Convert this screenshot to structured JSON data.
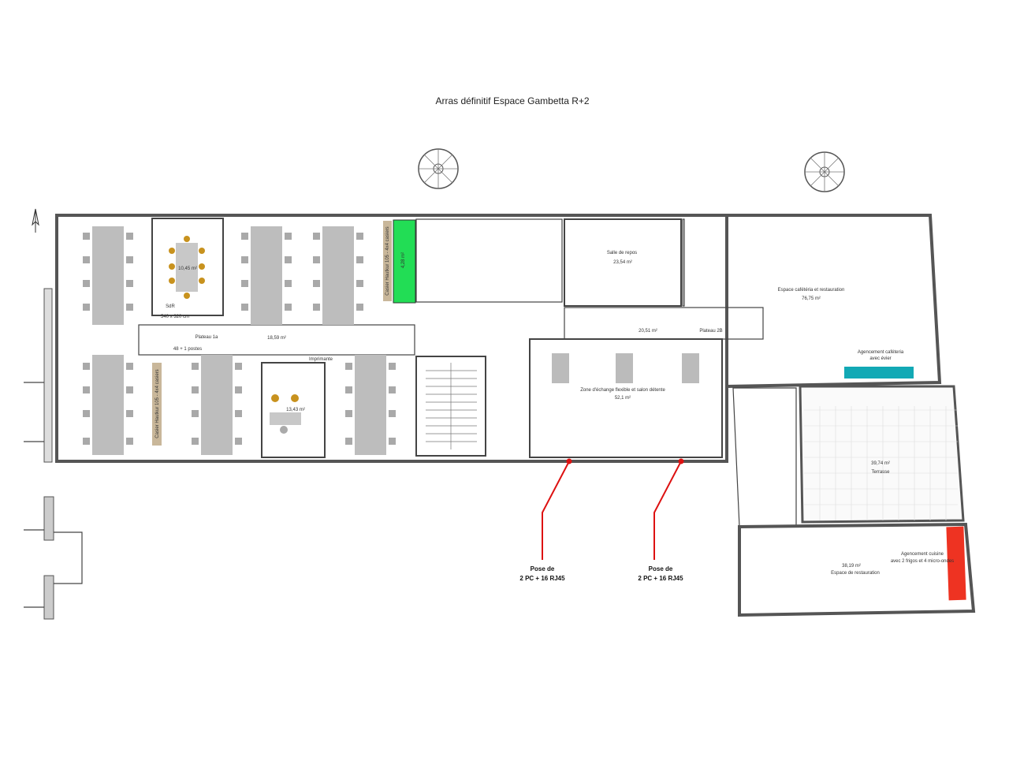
{
  "title": "Arras définitif Espace Gambetta R+2",
  "colors": {
    "locker_green": "#22dd55",
    "cafeteria_counter": "#12a9b5",
    "kitchen_counter": "#ee3322",
    "network_marker": "#dd1111",
    "chair_meeting": "#c8921e"
  },
  "rooms": {
    "sdr": {
      "name": "SdR",
      "size": "540 x 320 cm",
      "area": "10,45 m²"
    },
    "plateau1a": {
      "name": "Plateau 1a",
      "area": "18,59 m²",
      "seats": "48 + 1 postes"
    },
    "lockers_top": {
      "label": "Casier Hautkur 105 - 4x4 casiers",
      "area": "4,28 m²"
    },
    "lockers_bottom": {
      "label": "Casier Hautkur 105 - 4x4 casiers"
    },
    "printer": {
      "label": "Imprimante"
    },
    "office": {
      "area": "13,43 m²"
    },
    "rest_room": {
      "name": "Salle de repos",
      "area": "23,54 m²"
    },
    "cafeteria": {
      "name": "Espace cafétéria et restauration",
      "area": "76,75 m²"
    },
    "cafeteria_counter": {
      "line1": "Agencement caféteria",
      "line2": "avec évier"
    },
    "plateau2b": {
      "name": "Plateau 2B",
      "area": "20,51 m²"
    },
    "exchange_zone": {
      "name": "Zone d'échange flexible et salon détente",
      "area": "52,1 m²"
    },
    "terrace": {
      "name": "Terrasse",
      "area": "39,74 m²"
    },
    "dining": {
      "name": "Espace de restauration",
      "area": "38,19 m²"
    },
    "kitchen": {
      "line1": "Agencement cuisine",
      "line2": "avec 2 frigos et 4 micro-ondes"
    }
  },
  "network_points": [
    {
      "line1": "Pose de",
      "line2": "2 PC + 16 RJ45"
    },
    {
      "line1": "Pose de",
      "line2": "2 PC + 16 RJ45"
    }
  ]
}
